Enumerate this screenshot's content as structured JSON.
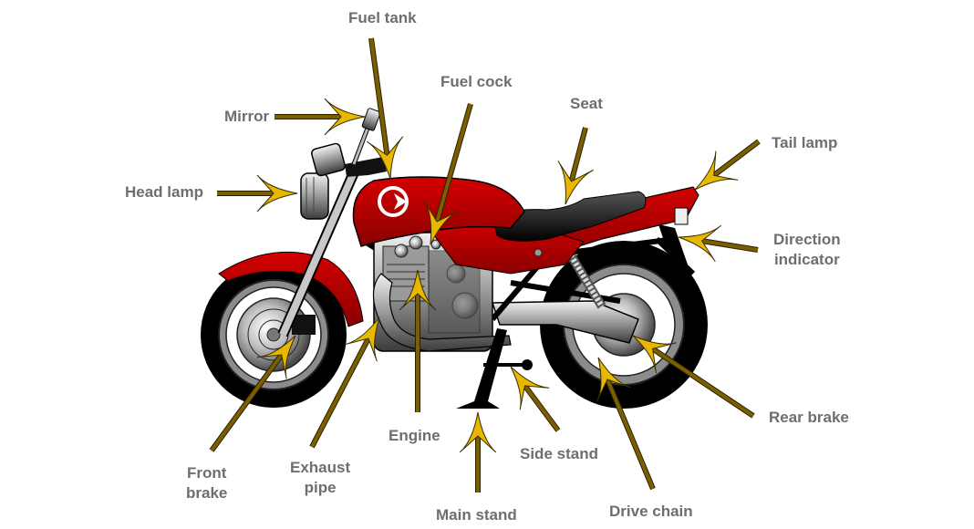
{
  "diagram": {
    "title": "Motorcycle parts",
    "colors": {
      "body_red": "#c00000",
      "dark_red": "#8a0000",
      "tire_black": "#000000",
      "chrome": "#c0c0c0",
      "arrow_gold": "#e8b800",
      "arrow_shaft": "#7a5e00",
      "label_gray": "#6e6e6e"
    },
    "labels": {
      "fuel_tank": "Fuel tank",
      "fuel_cock": "Fuel cock",
      "seat": "Seat",
      "mirror": "Mirror",
      "tail_lamp": "Tail lamp",
      "head_lamp": "Head lamp",
      "direction_indicator": [
        "Direction",
        "indicator"
      ],
      "rear_brake": "Rear brake",
      "front_brake": [
        "Front",
        "brake"
      ],
      "exhaust_pipe": [
        "Exhaust",
        "pipe"
      ],
      "engine": "Engine",
      "side_stand": "Side stand",
      "main_stand": "Main stand",
      "drive_chain": "Drive chain"
    }
  }
}
